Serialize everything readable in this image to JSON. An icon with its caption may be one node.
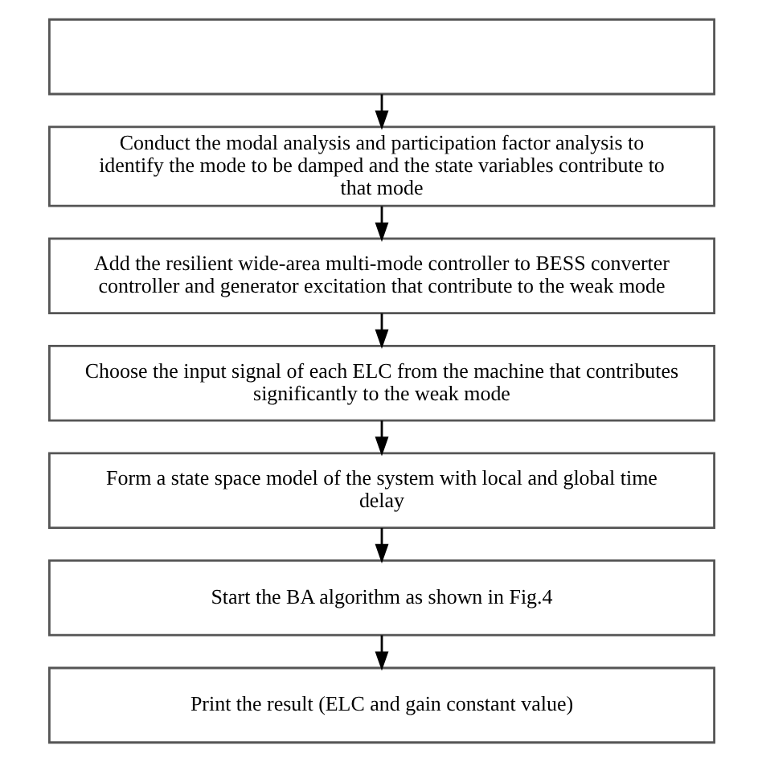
{
  "diagram": {
    "nodes": [
      {
        "text": [],
        "shape": "box"
      },
      {
        "text": [
          "Conduct the modal analysis and participation factor analysis to identify the mode to be damped and the state variables contribute to that mode"
        ]
      },
      {
        "text": [
          "Add the resilient wide-area multi-mode controller to BESS converter controller and generator excitation that contribute to the weak mode"
        ]
      },
      {
        "text": [
          "Choose the input signal of each ELC from the machine that contributes significantly to the weak mode"
        ]
      },
      {
        "text": [
          "Form a state space model of the system with local and global time delay"
        ]
      },
      {
        "text": [
          "Start the BA algorithm as shown in Fig.4"
        ]
      },
      {
        "text": [
          "Print the result (ELC and gain constant value)"
        ]
      }
    ],
    "edges": [
      {
        "from": 0,
        "to": 1,
        "arrow": "to"
      },
      {
        "from": 1,
        "to": 2,
        "arrow": "to"
      },
      {
        "from": 2,
        "to": 3,
        "arrow": "to"
      },
      {
        "from": 3,
        "to": 4,
        "arrow": "to"
      },
      {
        "from": 4,
        "to": 5,
        "arrow": "to"
      },
      {
        "from": 5,
        "to": 6,
        "arrow": "to"
      }
    ]
  }
}
